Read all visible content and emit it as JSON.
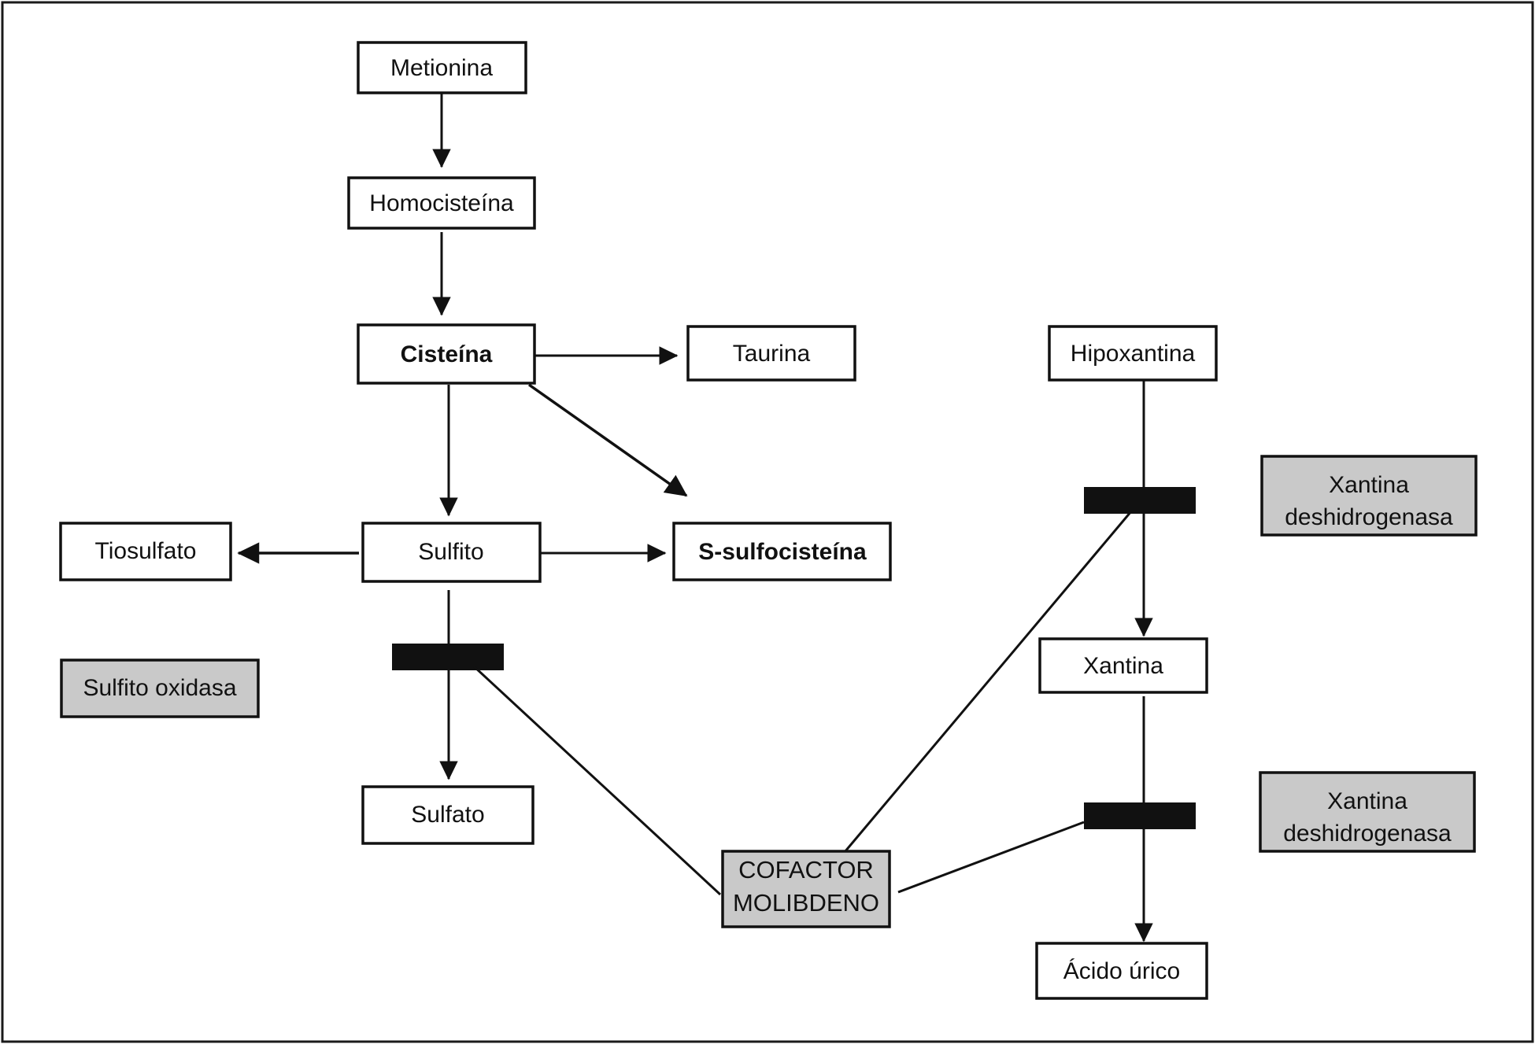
{
  "figure": {
    "type": "flowchart",
    "title": "",
    "border": true,
    "colors": {
      "stroke": "#111111",
      "node_fill": "#ffffff",
      "enzyme_fill": "#c9c9c9",
      "bar_fill": "#111111",
      "frame": "#1a1a1a"
    }
  },
  "nodes": {
    "metionina": {
      "label": "Metionina",
      "style": "plain"
    },
    "homocisteina": {
      "label": "Homocisteína",
      "style": "plain"
    },
    "cisteina": {
      "label": "Cisteína",
      "style": "bold"
    },
    "taurina": {
      "label": "Taurina",
      "style": "plain"
    },
    "sulfito": {
      "label": "Sulfito",
      "style": "plain"
    },
    "tiosulfato": {
      "label": "Tiosulfato",
      "style": "plain"
    },
    "s_sulfocisteina": {
      "label": "S-sulfocisteína",
      "style": "bold"
    },
    "sulfato": {
      "label": "Sulfato",
      "style": "plain"
    },
    "hipoxantina": {
      "label": "Hipoxantina",
      "style": "plain"
    },
    "xantina": {
      "label": "Xantina",
      "style": "plain"
    },
    "acido_urico": {
      "label": "Ácido úrico",
      "style": "plain"
    },
    "cofactor_molibdeno": {
      "label_line1": "COFACTOR",
      "label_line2": "MOLIBDENO",
      "style": "enzyme-gray"
    }
  },
  "enzymes": {
    "sulfito_oxidasa": {
      "label": "Sulfito oxidasa"
    },
    "xantina_deshidrogenasa_1": {
      "label_line1": "Xantina",
      "label_line2": "deshidrogenasa"
    },
    "xantina_deshidrogenasa_2": {
      "label_line1": "Xantina",
      "label_line2": "deshidrogenasa"
    }
  },
  "edges": [
    {
      "from": "metionina",
      "to": "homocisteina",
      "kind": "arrow"
    },
    {
      "from": "homocisteina",
      "to": "cisteina",
      "kind": "arrow"
    },
    {
      "from": "cisteina",
      "to": "taurina",
      "kind": "arrow"
    },
    {
      "from": "cisteina",
      "to": "s_sulfocisteina",
      "kind": "arrow-diagonal"
    },
    {
      "from": "cisteina",
      "to": "sulfito",
      "kind": "arrow"
    },
    {
      "from": "sulfito",
      "to": "tiosulfato",
      "kind": "arrow"
    },
    {
      "from": "sulfito",
      "to": "s_sulfocisteina",
      "kind": "arrow"
    },
    {
      "from": "sulfito",
      "to": "sulfato",
      "kind": "arrow-through-bar"
    },
    {
      "from": "sulfito_oxidasa_bar",
      "to": "cofactor_molibdeno",
      "kind": "line"
    },
    {
      "from": "hipoxantina",
      "to": "xantina",
      "kind": "arrow-through-bar"
    },
    {
      "from": "xantina_deshidrogenasa_bar_1",
      "to": "cofactor_molibdeno",
      "kind": "line"
    },
    {
      "from": "xantina",
      "to": "acido_urico",
      "kind": "arrow-through-bar"
    },
    {
      "from": "xantina_deshidrogenasa_bar_2",
      "to": "cofactor_molibdeno",
      "kind": "line"
    }
  ]
}
